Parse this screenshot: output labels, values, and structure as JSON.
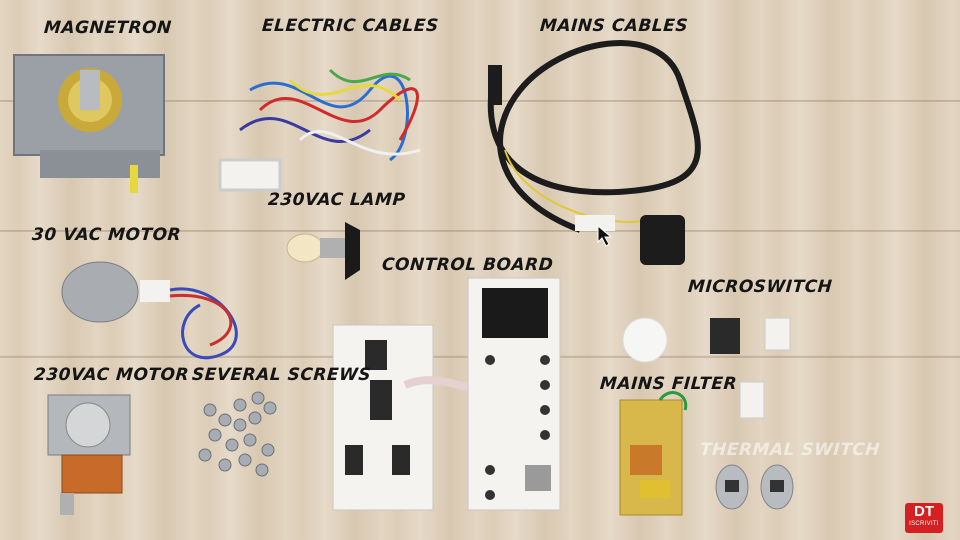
{
  "labels": {
    "magnetron": "MAGNETRON",
    "electric_cables": "ELECTRIC CABLES",
    "mains_cables": "MAINS CABLES",
    "lamp": "230VAC LAMP",
    "motor_30": "30 VAC MOTOR",
    "control_board": "CONTROL BOARD",
    "microswitch": "MICROSWITCH",
    "motor_230": "230VAC MOTOR",
    "screws": "SEVERAL SCREWS",
    "mains_filter": "MAINS FILTER",
    "thermal_switch": "THERMAL SWITCH"
  },
  "logo": {
    "mark": "DT",
    "caption": "ISCRIVITI"
  },
  "colors": {
    "logo": "#d42020",
    "wood": "#ddd0bc",
    "label": "#151515"
  },
  "icons": [
    "cursor-arrow-icon"
  ]
}
